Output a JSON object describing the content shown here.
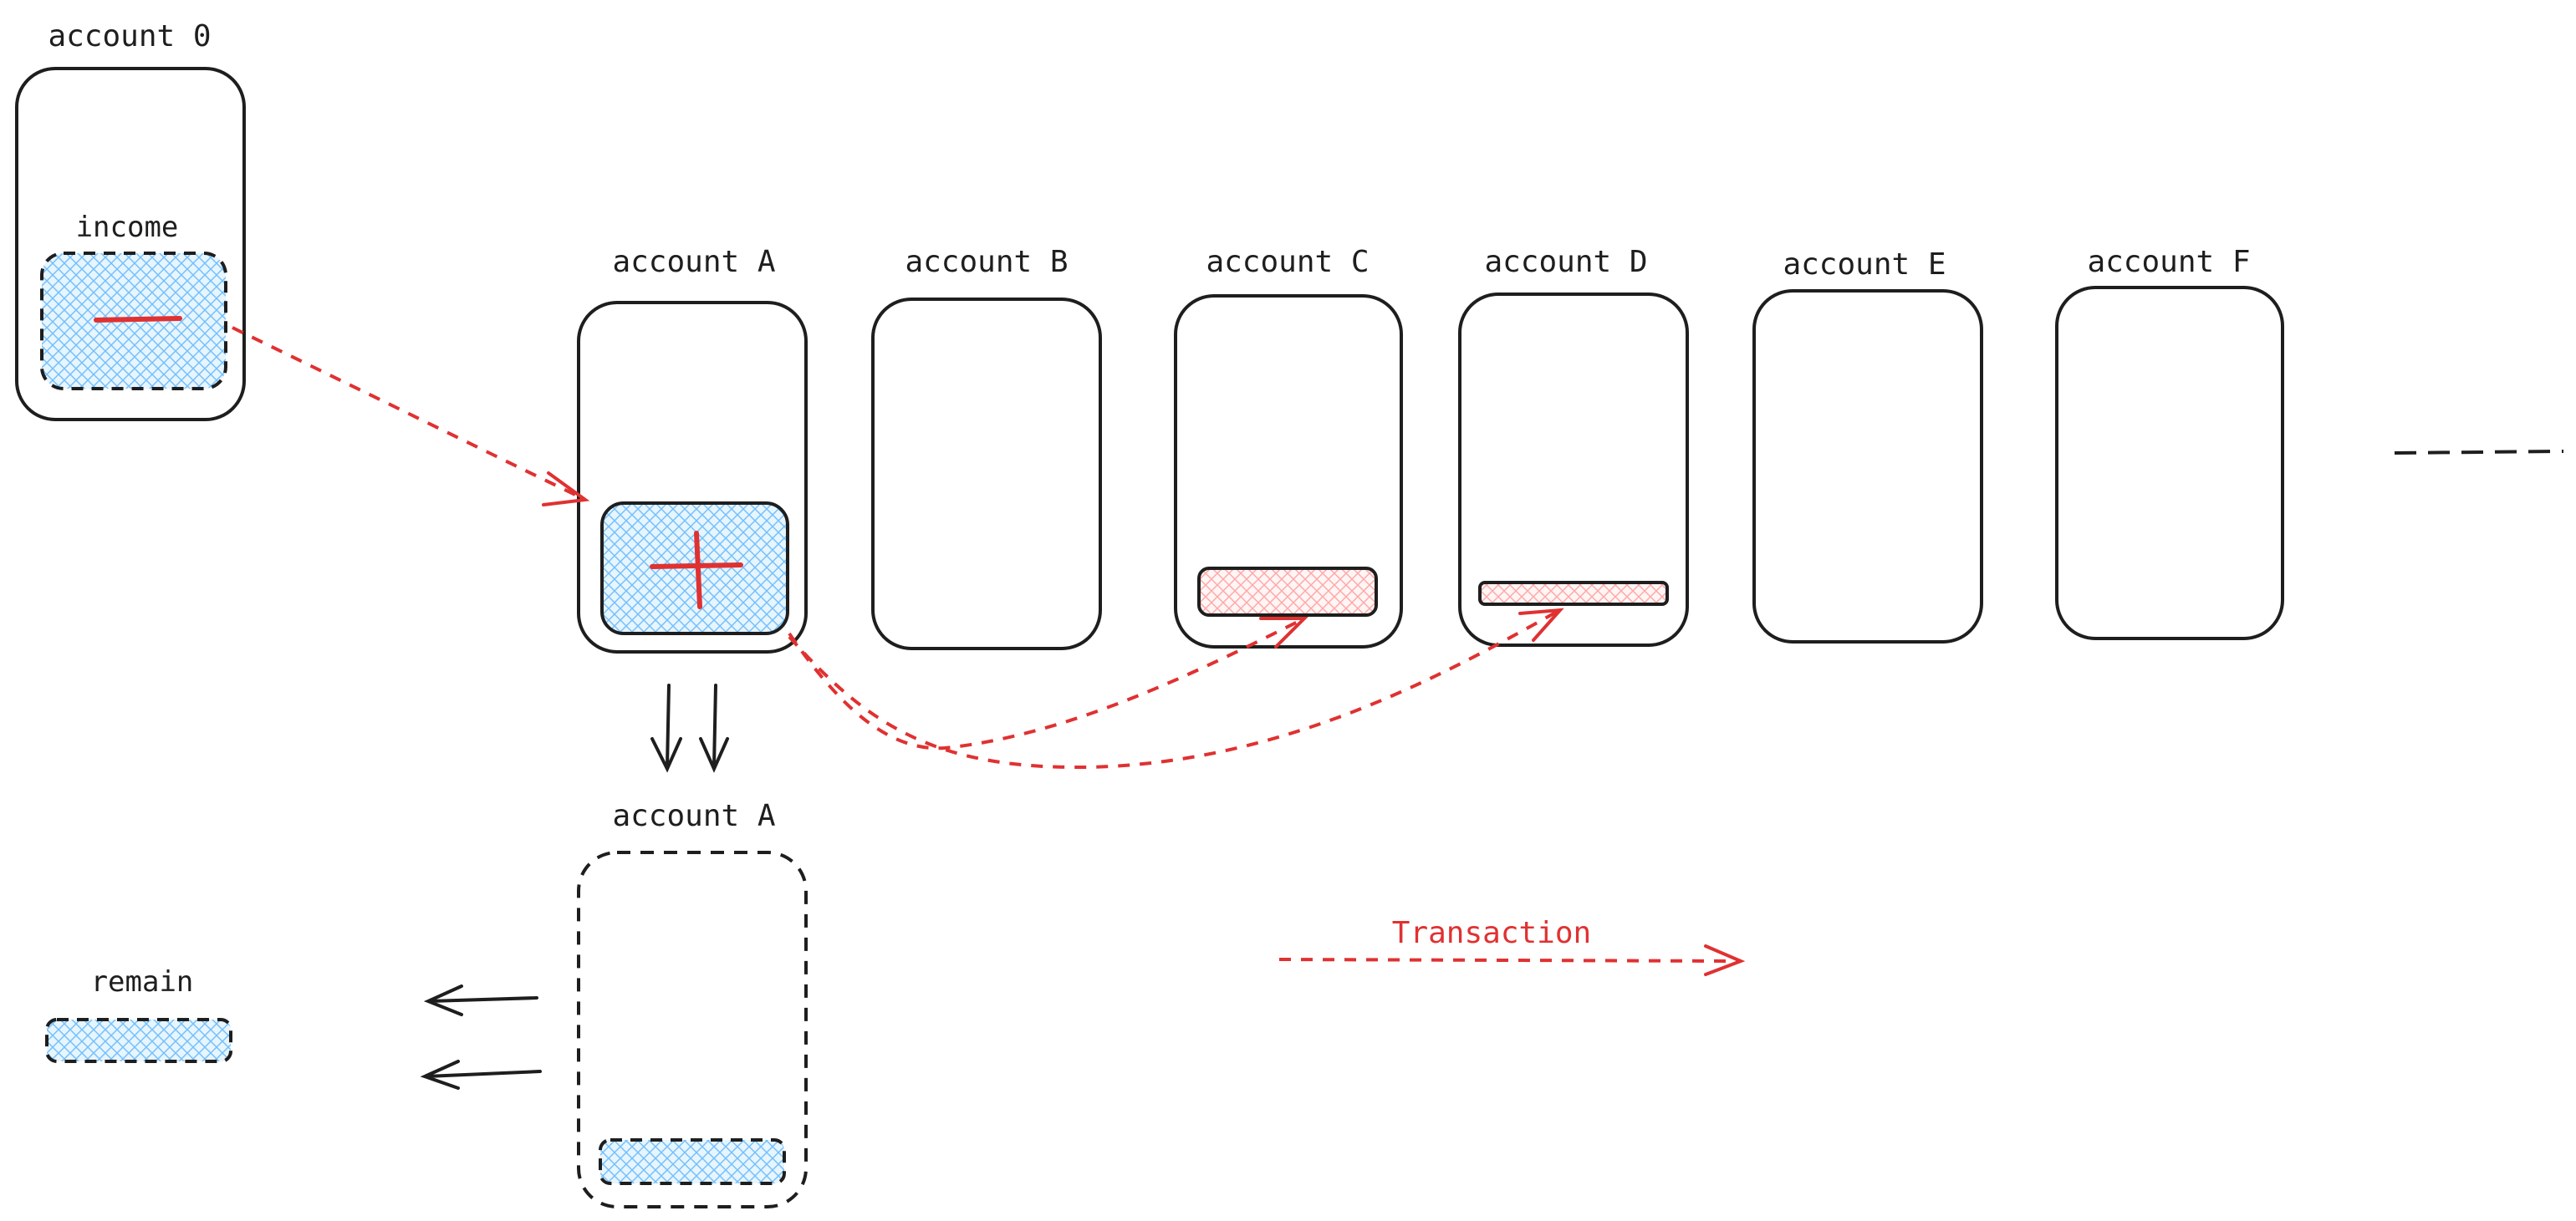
{
  "labels": {
    "account_0": "account 0",
    "income": "income",
    "account_a": "account A",
    "account_b": "account B",
    "account_c": "account C",
    "account_d": "account D",
    "account_e": "account E",
    "account_f": "account F",
    "account_a_after": "account A",
    "remain": "remain",
    "legend_transaction": "Transaction"
  },
  "symbols": {
    "income": "minus",
    "account_a": "plus"
  },
  "colors": {
    "stroke": "#1e1e1e",
    "transaction": "#e03131",
    "blue_fill": "#a5d8ff",
    "pink_fill": "#ffc9c9"
  }
}
